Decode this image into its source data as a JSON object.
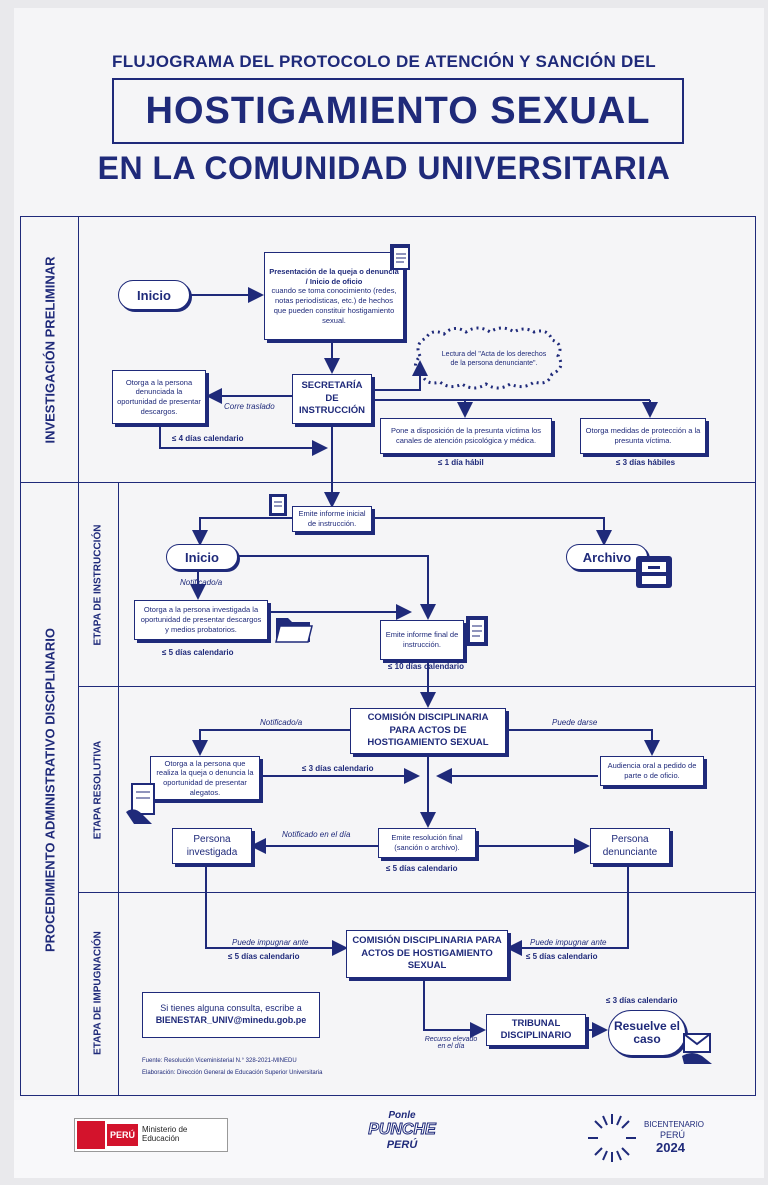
{
  "header": {
    "line1": "FLUJOGRAMA DEL PROTOCOLO DE ATENCIÓN Y SANCIÓN DEL",
    "line2": "HOSTIGAMIENTO SEXUAL",
    "line3": "EN LA COMUNIDAD UNIVERSITARIA"
  },
  "lanes": {
    "investigacion": "INVESTIGACIÓN PRELIMINAR",
    "procedimiento": "PROCEDIMIENTO ADMINISTRATIVO DISCIPLINARIO",
    "instruccion": "ETAPA DE INSTRUCCIÓN",
    "resolutiva": "ETAPA RESOLUTIVA",
    "impugnacion": "ETAPA DE IMPUGNACIÓN"
  },
  "nodes": {
    "inicio1": "Inicio",
    "presentacion_title": "Presentación de la queja o denuncia / Inicio de oficio",
    "presentacion_body": "cuando se toma conocimiento (redes, notas periodísticas, etc.) de hechos que pueden constituir hostigamiento sexual.",
    "lectura": "Lectura del \"Acta de los derechos de la persona denunciante\".",
    "secretaria": "SECRETARÍA DE INSTRUCCIÓN",
    "otorga_descargos": "Otorga a la persona denunciada la oportunidad de presentar descargos.",
    "pone_disposicion": "Pone a disposición de la presunta víctima los canales de atención psicológica y médica.",
    "medidas": "Otorga medidas de protección a la presunta víctima.",
    "informe_inicial": "Emite informe inicial de instrucción.",
    "inicio2": "Inicio",
    "archivo": "Archivo",
    "otorga_investigada": "Otorga a la persona investigada la oportunidad de presentar descargos y medios probatorios.",
    "informe_final": "Emite informe final de instrucción.",
    "comision1": "COMISIÓN DISCIPLINARIA PARA ACTOS DE HOSTIGAMIENTO SEXUAL",
    "otorga_queja": "Otorga a la persona que realiza la queja o denuncia la oportunidad de presentar alegatos.",
    "audiencia": "Audiencia oral a pedido de parte o de oficio.",
    "persona_investigada": "Persona investigada",
    "resolucion_final": "Emite resolución final (sanción o archivo).",
    "persona_denunciante": "Persona denunciante",
    "comision2": "COMISIÓN DISCIPLINARIA PARA ACTOS DE HOSTIGAMIENTO SEXUAL",
    "tribunal": "TRIBUNAL DISCIPLINARIO",
    "resuelve": "Resuelve el caso"
  },
  "labels": {
    "corre_traslado": "Corre traslado",
    "dias4": "≤ 4 días calendario",
    "dia1": "≤ 1 día hábil",
    "dias3h": "≤ 3 días hábiles",
    "notificado1": "Notificado/a",
    "dias5a": "≤ 5 días calendario",
    "dias10": "≤ 10 días calendario",
    "notificado2": "Notificado/a",
    "puede_darse": "Puede darse",
    "dias3c": "≤ 3 días calendario",
    "notificado_dia": "Notificado en el día",
    "dias5b": "≤ 5 días calendario",
    "impugnar_izq": "Puede impugnar ante",
    "dias5c": "≤ 5 días calendario",
    "impugnar_der": "Puede impugnar ante",
    "dias5d": "≤ 5 días calendario",
    "dias3d": "≤ 3 días calendario",
    "recurso": "Recurso elevado en el día"
  },
  "contact": {
    "line1": "Si tienes alguna consulta, escribe a",
    "email": "BIENESTAR_UNIV@minedu.gob.pe"
  },
  "sources": {
    "fuente": "Fuente: Resolución Viceministerial N.° 328-2021-MINEDU",
    "elaboracion": "Elaboración: Dirección General de Educación Superior Universitaria"
  },
  "logos": {
    "peru": "PERÚ",
    "ministerio": "Ministerio de Educación",
    "punche_top": "Ponle",
    "punche_mid": "PUNCHE",
    "punche_bot": "PERÚ",
    "bicentenario": "BICENTENARIO",
    "bic_peru": "PERÚ",
    "bic_year": "2024"
  },
  "colors": {
    "ink": "#1f2a7a",
    "paper": "#f5f5f7",
    "peru_red": "#d3132c"
  },
  "icons": [
    "document-icon",
    "folder-icon",
    "archive-box-icon",
    "paper-hand-icon",
    "envelope-hand-icon"
  ]
}
